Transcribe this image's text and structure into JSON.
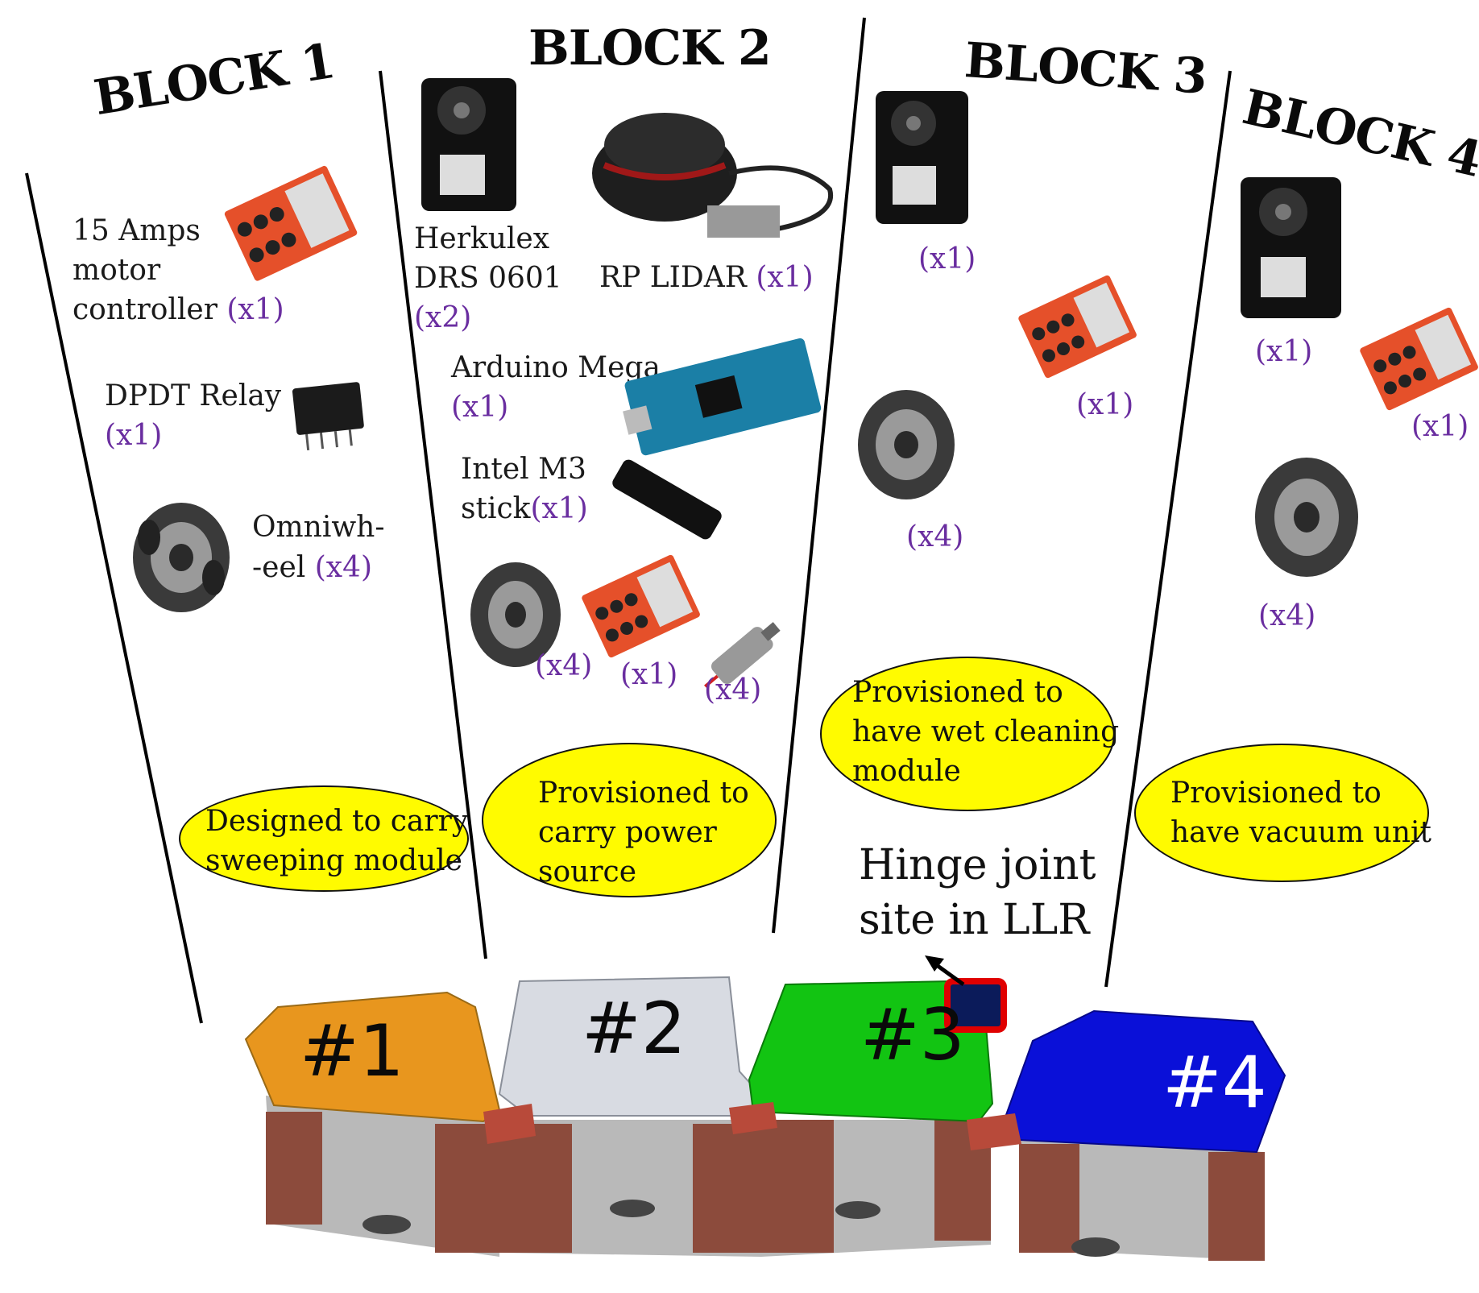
{
  "blocks": [
    {
      "title": "BLOCK 1"
    },
    {
      "title": "BLOCK 2"
    },
    {
      "title": "BLOCK 3"
    },
    {
      "title": "BLOCK 4"
    }
  ],
  "block1": {
    "motor_controller": {
      "line1": "15 Amps",
      "line2": "motor",
      "line3": "controller",
      "qty": "(x1)"
    },
    "relay": {
      "label": "DPDT Relay",
      "qty": "(x1)"
    },
    "omniwheel": {
      "line1": "Omniwh-",
      "line2": "-eel",
      "qty": "(x4)"
    }
  },
  "block2": {
    "herkulex": {
      "line1": "Herkulex",
      "line2": "DRS 0601",
      "qty": "(x2)"
    },
    "lidar": {
      "label": "RP LIDAR",
      "qty": "(x1)"
    },
    "arduino": {
      "label": "Arduino Mega",
      "qty": "(x1)"
    },
    "intel": {
      "line1": "Intel M3",
      "line2": "stick",
      "qty": "(x1)"
    },
    "omniwheel_qty": "(x4)",
    "controller_qty": "(x1)",
    "motor_qty": "(x4)"
  },
  "block3": {
    "servo_qty": "(x1)",
    "controller_qty": "(x1)",
    "omniwheel_qty": "(x4)"
  },
  "block4": {
    "servo_qty": "(x1)",
    "controller_qty": "(x1)",
    "omniwheel_qty": "(x4)"
  },
  "ovals": {
    "o1": {
      "line1": "Designed to carry",
      "line2": "sweeping module"
    },
    "o2": {
      "line1": "Provisioned to",
      "line2": "carry  power",
      "line3": "source"
    },
    "o3": {
      "line1": "Provisioned to",
      "line2": "have wet cleaning",
      "line3": "module"
    },
    "o4": {
      "line1": "Provisioned to",
      "line2": "have vacuum unit"
    }
  },
  "hinge": {
    "line1": "Hinge joint",
    "line2": "site in LLR"
  },
  "modules": [
    {
      "label": "#1",
      "color": "#e8961e"
    },
    {
      "label": "#2",
      "color": "#d8dbe2"
    },
    {
      "label": "#3",
      "color": "#12c412"
    },
    {
      "label": "#4",
      "color": "#0a10d8"
    }
  ],
  "colors": {
    "quantity": "#6a2ea0",
    "oval_fill": "#fffb00",
    "body_side": "#8c4b3c",
    "body_grey": "#b9b9b9",
    "hinge_marker": "#e00000"
  }
}
